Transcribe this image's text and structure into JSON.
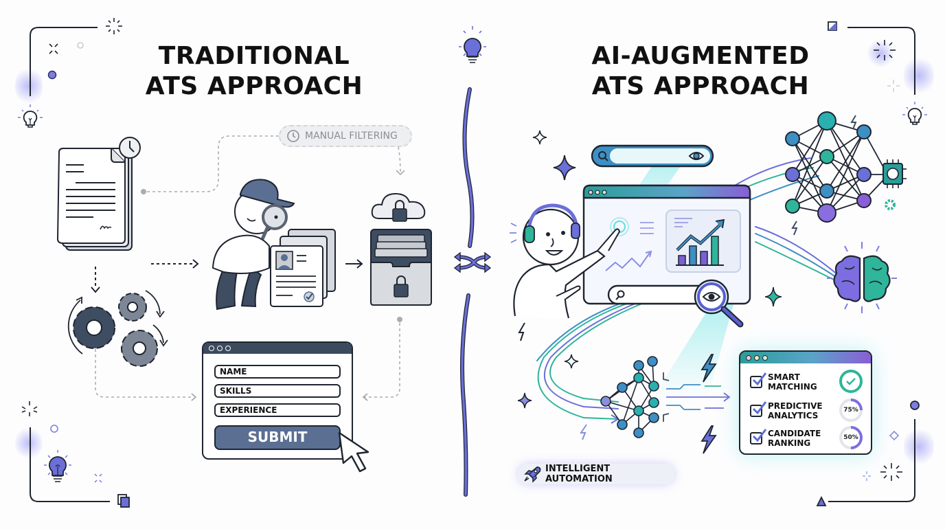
{
  "left_panel": {
    "title_line1": "TRADITIONAL",
    "title_line2": "ATS APPROACH",
    "manual_filtering_label": "MANUAL FILTERING",
    "form": {
      "fields": [
        "NAME",
        "SKILLS",
        "EXPERIENCE"
      ],
      "submit_label": "SUBMIT"
    },
    "icons": [
      "document-stack-icon",
      "clock-icon",
      "gears-icon",
      "person-magnifier-icon",
      "resume-icon",
      "cloud-lock-icon",
      "locked-file-box-icon",
      "cursor-icon",
      "lightbulb-icon"
    ]
  },
  "center_divider": {
    "icons": [
      "lightbulb-icon",
      "shuffle-icon"
    ],
    "color": "#6b6fd8"
  },
  "right_panel": {
    "title_line1": "AI-AUGMENTED",
    "title_line2": "ATS APPROACH",
    "features": [
      {
        "line1": "SMART",
        "line2": "MATCHING",
        "status": "check"
      },
      {
        "line1": "PREDICTIVE",
        "line2": "ANALYTICS",
        "status": "75%"
      },
      {
        "line1": "CANDIDATE",
        "line2": "RANKING",
        "status": "50%"
      }
    ],
    "automation_label": "INTELLIGENT AUTOMATION",
    "icons": [
      "search-bar-icon",
      "eye-icon",
      "browser-dashboard-icon",
      "bar-chart-icon",
      "person-headphones-icon",
      "magnifier-eye-icon",
      "neural-network-icon",
      "brain-icon",
      "chip-icon",
      "gear-icon",
      "rocket-icon",
      "lightning-icon",
      "sparkle-icon"
    ]
  },
  "colors": {
    "slate": "#3c4a5e",
    "slate_button": "#5a6f91",
    "purple": "#6b6fd8",
    "teal": "#2fb59a",
    "blue": "#3d8fc4",
    "gray_text": "#8a8d93"
  }
}
